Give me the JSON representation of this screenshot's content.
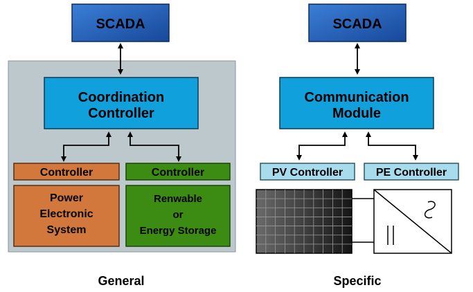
{
  "general": {
    "scada": "SCADA",
    "coordination_controller": [
      "Coordination",
      "Controller"
    ],
    "controller_left": "Controller",
    "controller_right": "Controller",
    "power_electronic_system": [
      "Power",
      "Electronic",
      "System"
    ],
    "renewable_storage": [
      "Renwable",
      "or",
      "Energy Storage"
    ],
    "caption": "General"
  },
  "specific": {
    "scada": "SCADA",
    "communication_module": [
      "Communication",
      "Module"
    ],
    "pv_controller": "PV Controller",
    "pe_controller": "PE Controller",
    "caption": "Specific"
  },
  "colors": {
    "scada_fill": "#1f5fb5",
    "controller_box_fill": "#10a0dc",
    "panel_bg": "#bcc8cc",
    "orange": "#d2783c",
    "green": "#3c8c14",
    "light_blue_label": "#a8dcec",
    "pv_panel_dark": "#2c2c2c"
  }
}
